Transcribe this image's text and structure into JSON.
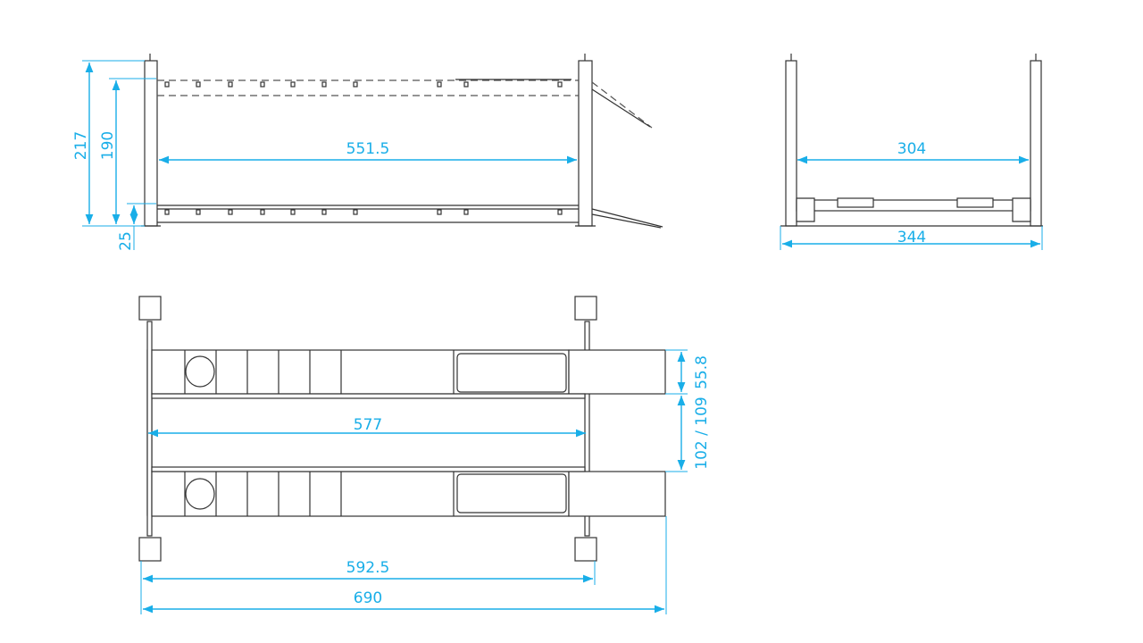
{
  "title": "Four-post lift dimension drawing",
  "colors": {
    "dimension": "#19aee8",
    "lines": "#333333"
  },
  "side_view": {
    "height_total": "217",
    "height_runway": "190",
    "height_lowered": "25",
    "inner_width": "551.5"
  },
  "end_view": {
    "inner_width": "304",
    "outer_width": "344"
  },
  "top_view": {
    "runway_length": "577",
    "post_spacing": "592.5",
    "overall_length": "690",
    "runway_width": "55.8",
    "runway_gap": "102 / 109"
  }
}
